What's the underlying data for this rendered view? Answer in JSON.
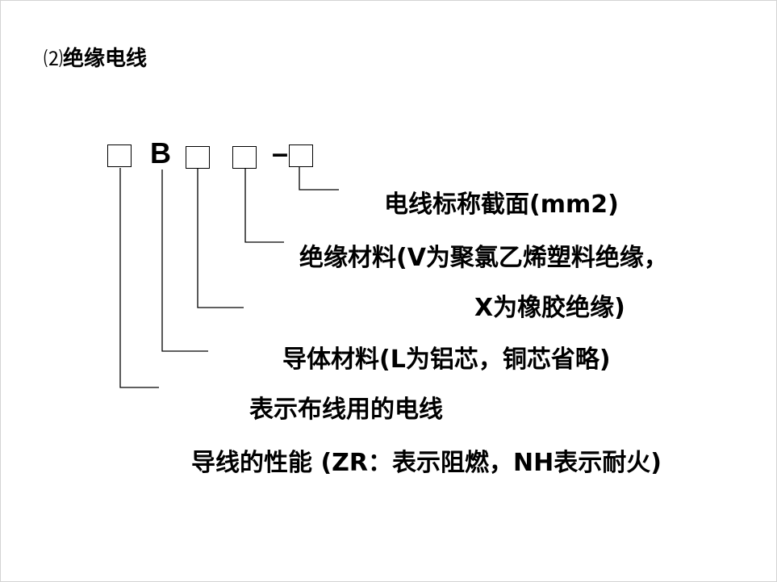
{
  "heading": {
    "number": "⑵",
    "title": "绝缘电线"
  },
  "code": {
    "letter": "B",
    "dash": "–"
  },
  "labels": {
    "cross_section": "电线标称截面(mm2)",
    "insulation_line1": "绝缘材料(V为聚氯乙烯塑料绝缘，",
    "insulation_line2": "X为橡胶绝缘)",
    "conductor": "导体材料(L为铝芯，铜芯省略)",
    "wiring": "表示布线用的电线",
    "performance": "导线的性能 (ZR：表示阻燃，NH表示耐火)"
  }
}
